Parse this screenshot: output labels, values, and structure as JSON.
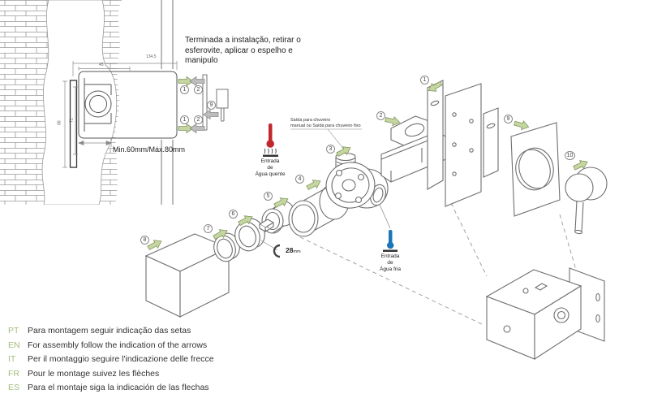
{
  "instructions": {
    "note": "Terminada a instalação, retirar o esferovite, aplicar o espelho e manipulo",
    "languages": [
      {
        "code": "PT",
        "text": "Para montagem seguir indicação das setas"
      },
      {
        "code": "EN",
        "text": "For assembly follow the indication of the arrows"
      },
      {
        "code": "IT",
        "text": "Per il montaggio seguire l'indicazione delle frecce"
      },
      {
        "code": "FR",
        "text": "Pour le montage suivez les flèches"
      },
      {
        "code": "ES",
        "text": "Para el montaje siga la indicación de las flechas"
      }
    ]
  },
  "dimensions": {
    "outer_width": "134,5",
    "inner_width": "45",
    "outer_height": "88",
    "inner_height": "72",
    "depth": "Min.60mm/Máx.80mm"
  },
  "labels": {
    "hot_inlet": "Entrada\nde\nÁgua quente",
    "cold_inlet": "Entrada\nde\nÁgua fria",
    "shower_outlet": "Saída para chuveiro\nmanual ou Saída para chuveiro fixo",
    "wrench_size": "28",
    "wrench_unit": "mm"
  },
  "steps": [
    "1",
    "2",
    "3",
    "4",
    "5",
    "6",
    "7",
    "8",
    "9",
    "10"
  ],
  "colors": {
    "arrow_green": "#c6d6a0",
    "hot_red": "#c1272d",
    "cold_blue": "#1b75bb",
    "lang_green": "#a3bd7c",
    "line_gray": "#6f6f6f"
  }
}
